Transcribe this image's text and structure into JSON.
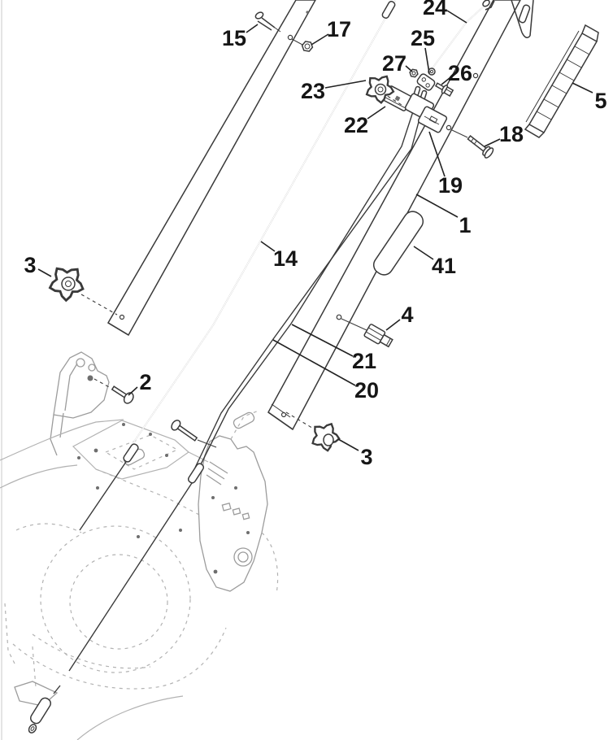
{
  "diagram": {
    "type": "exploded-parts-line-drawing",
    "callouts": [
      {
        "id": "24",
        "label": "24"
      },
      {
        "id": "15",
        "label": "15"
      },
      {
        "id": "17",
        "label": "17"
      },
      {
        "id": "25",
        "label": "25"
      },
      {
        "id": "27",
        "label": "27"
      },
      {
        "id": "26",
        "label": "26"
      },
      {
        "id": "23",
        "label": "23"
      },
      {
        "id": "22",
        "label": "22"
      },
      {
        "id": "5",
        "label": "5"
      },
      {
        "id": "18",
        "label": "18"
      },
      {
        "id": "19",
        "label": "19"
      },
      {
        "id": "1",
        "label": "1"
      },
      {
        "id": "41",
        "label": "41"
      },
      {
        "id": "14",
        "label": "14"
      },
      {
        "id": "3-left",
        "label": "3"
      },
      {
        "id": "4",
        "label": "4"
      },
      {
        "id": "21",
        "label": "21"
      },
      {
        "id": "20",
        "label": "20"
      },
      {
        "id": "2",
        "label": "2"
      },
      {
        "id": "3-right",
        "label": "3"
      }
    ]
  },
  "colors": {
    "ink": "#3a3a3a",
    "label_ink": "#161616",
    "leader_ink": "#222222",
    "deck_line": "#b2b2b2",
    "bracket_line": "#9c9c9c",
    "background": "#ffffff"
  }
}
